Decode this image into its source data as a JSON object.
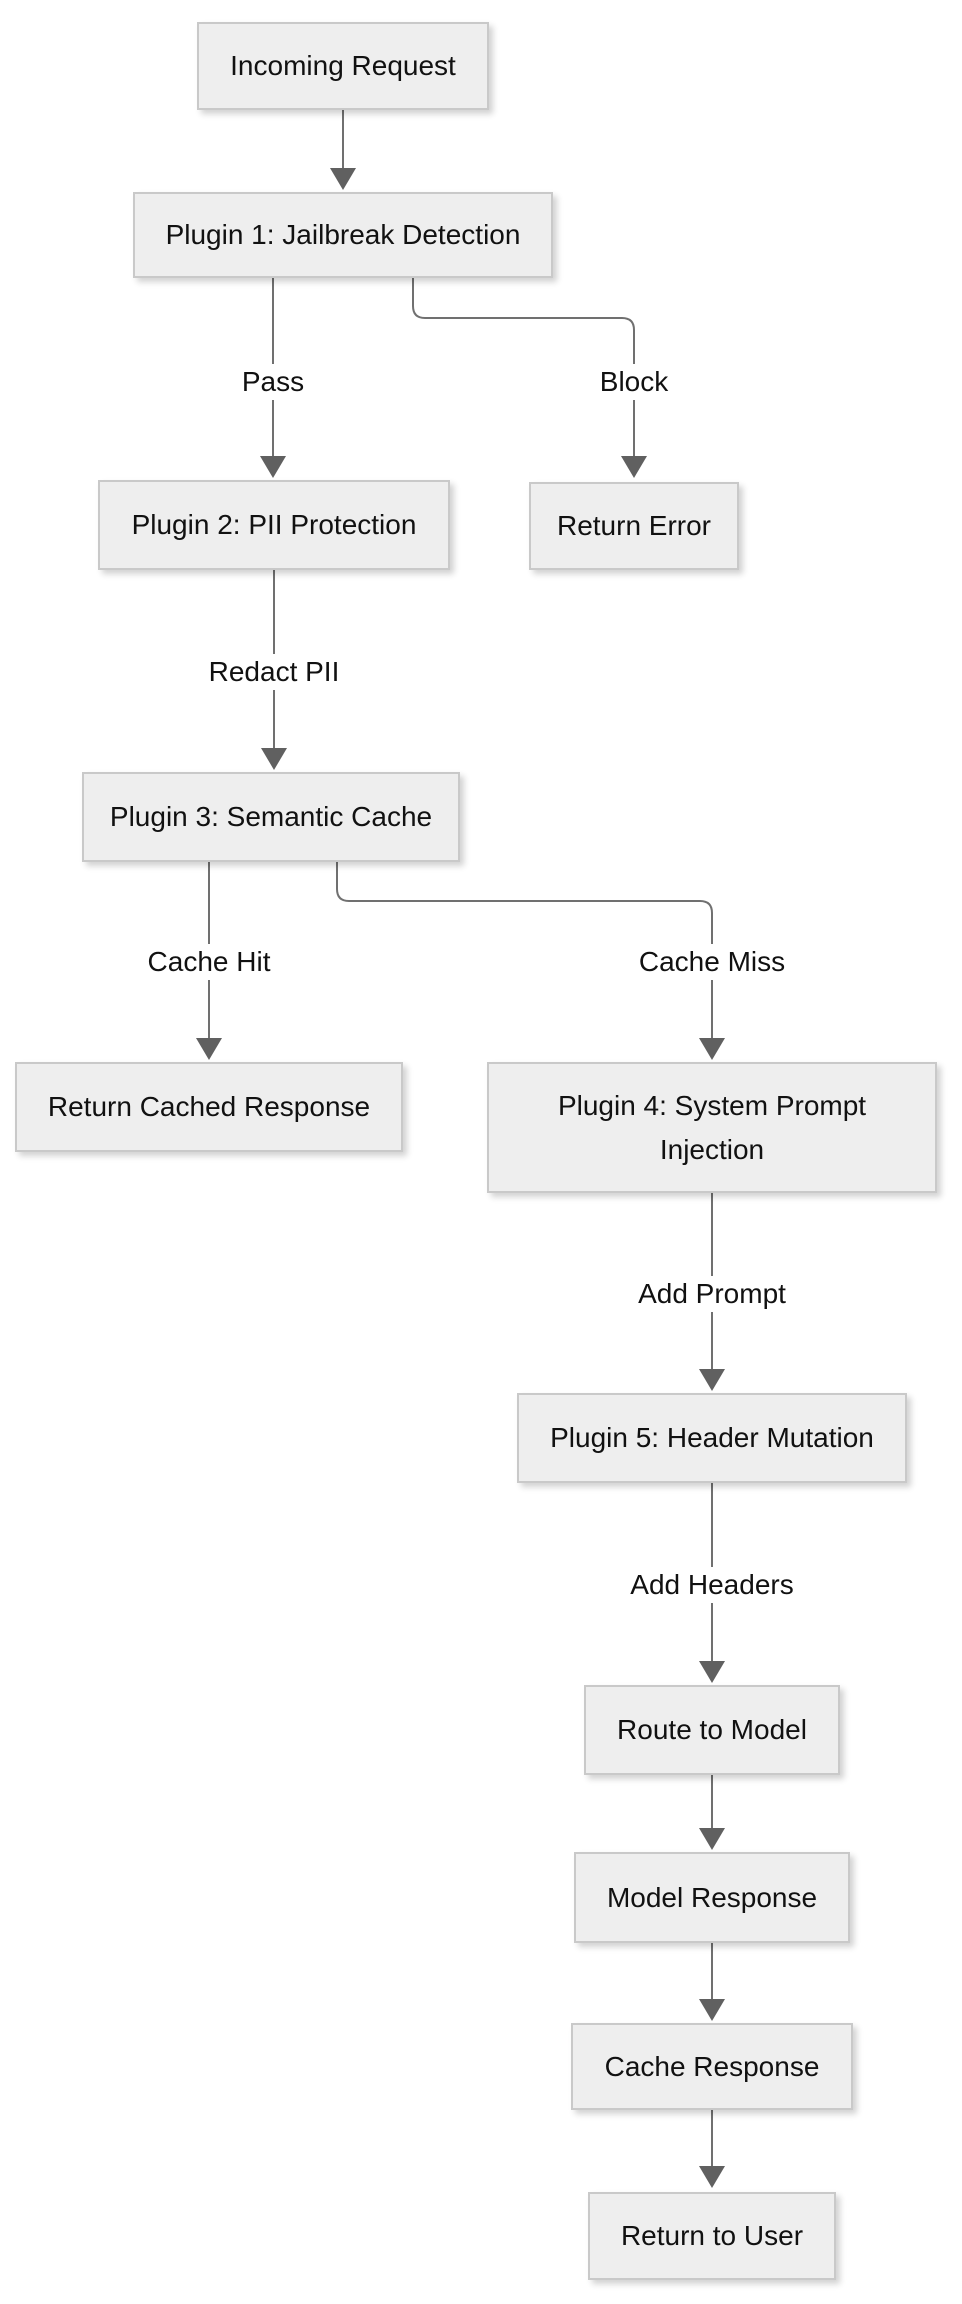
{
  "diagram": {
    "type": "flowchart",
    "direction": "top-down",
    "background": "#ffffff",
    "colors": {
      "node_fill": "#eeeeee",
      "node_border": "#c9c9c9",
      "edge_line": "#707070",
      "arrowhead": "#606060",
      "text": "#111111",
      "edge_label_background": "#ffffff"
    },
    "nodes": {
      "incoming_request": {
        "label": "Incoming Request"
      },
      "plugin1": {
        "label": "Plugin 1: Jailbreak Detection"
      },
      "plugin2": {
        "label": "Plugin 2: PII Protection"
      },
      "return_error": {
        "label": "Return Error"
      },
      "plugin3": {
        "label": "Plugin 3: Semantic Cache"
      },
      "return_cached": {
        "label": "Return Cached Response"
      },
      "plugin4": {
        "label": "Plugin 4: System Prompt Injection"
      },
      "plugin5": {
        "label": "Plugin 5: Header Mutation"
      },
      "route_to_model": {
        "label": "Route to Model"
      },
      "model_response": {
        "label": "Model Response"
      },
      "cache_response": {
        "label": "Cache Response"
      },
      "return_to_user": {
        "label": "Return to User"
      }
    },
    "edge_labels": {
      "pass": "Pass",
      "block": "Block",
      "redact_pii": "Redact PII",
      "cache_hit": "Cache Hit",
      "cache_miss": "Cache Miss",
      "add_prompt": "Add Prompt",
      "add_headers": "Add Headers"
    },
    "edges": [
      {
        "from": "Incoming Request",
        "to": "Plugin 1: Jailbreak Detection",
        "label": ""
      },
      {
        "from": "Plugin 1: Jailbreak Detection",
        "to": "Plugin 2: PII Protection",
        "label": "Pass"
      },
      {
        "from": "Plugin 1: Jailbreak Detection",
        "to": "Return Error",
        "label": "Block"
      },
      {
        "from": "Plugin 2: PII Protection",
        "to": "Plugin 3: Semantic Cache",
        "label": "Redact PII"
      },
      {
        "from": "Plugin 3: Semantic Cache",
        "to": "Return Cached Response",
        "label": "Cache Hit"
      },
      {
        "from": "Plugin 3: Semantic Cache",
        "to": "Plugin 4: System Prompt Injection",
        "label": "Cache Miss"
      },
      {
        "from": "Plugin 4: System Prompt Injection",
        "to": "Plugin 5: Header Mutation",
        "label": "Add Prompt"
      },
      {
        "from": "Plugin 5: Header Mutation",
        "to": "Route to Model",
        "label": "Add Headers"
      },
      {
        "from": "Route to Model",
        "to": "Model Response",
        "label": ""
      },
      {
        "from": "Model Response",
        "to": "Cache Response",
        "label": ""
      },
      {
        "from": "Cache Response",
        "to": "Return to User",
        "label": ""
      }
    ]
  }
}
